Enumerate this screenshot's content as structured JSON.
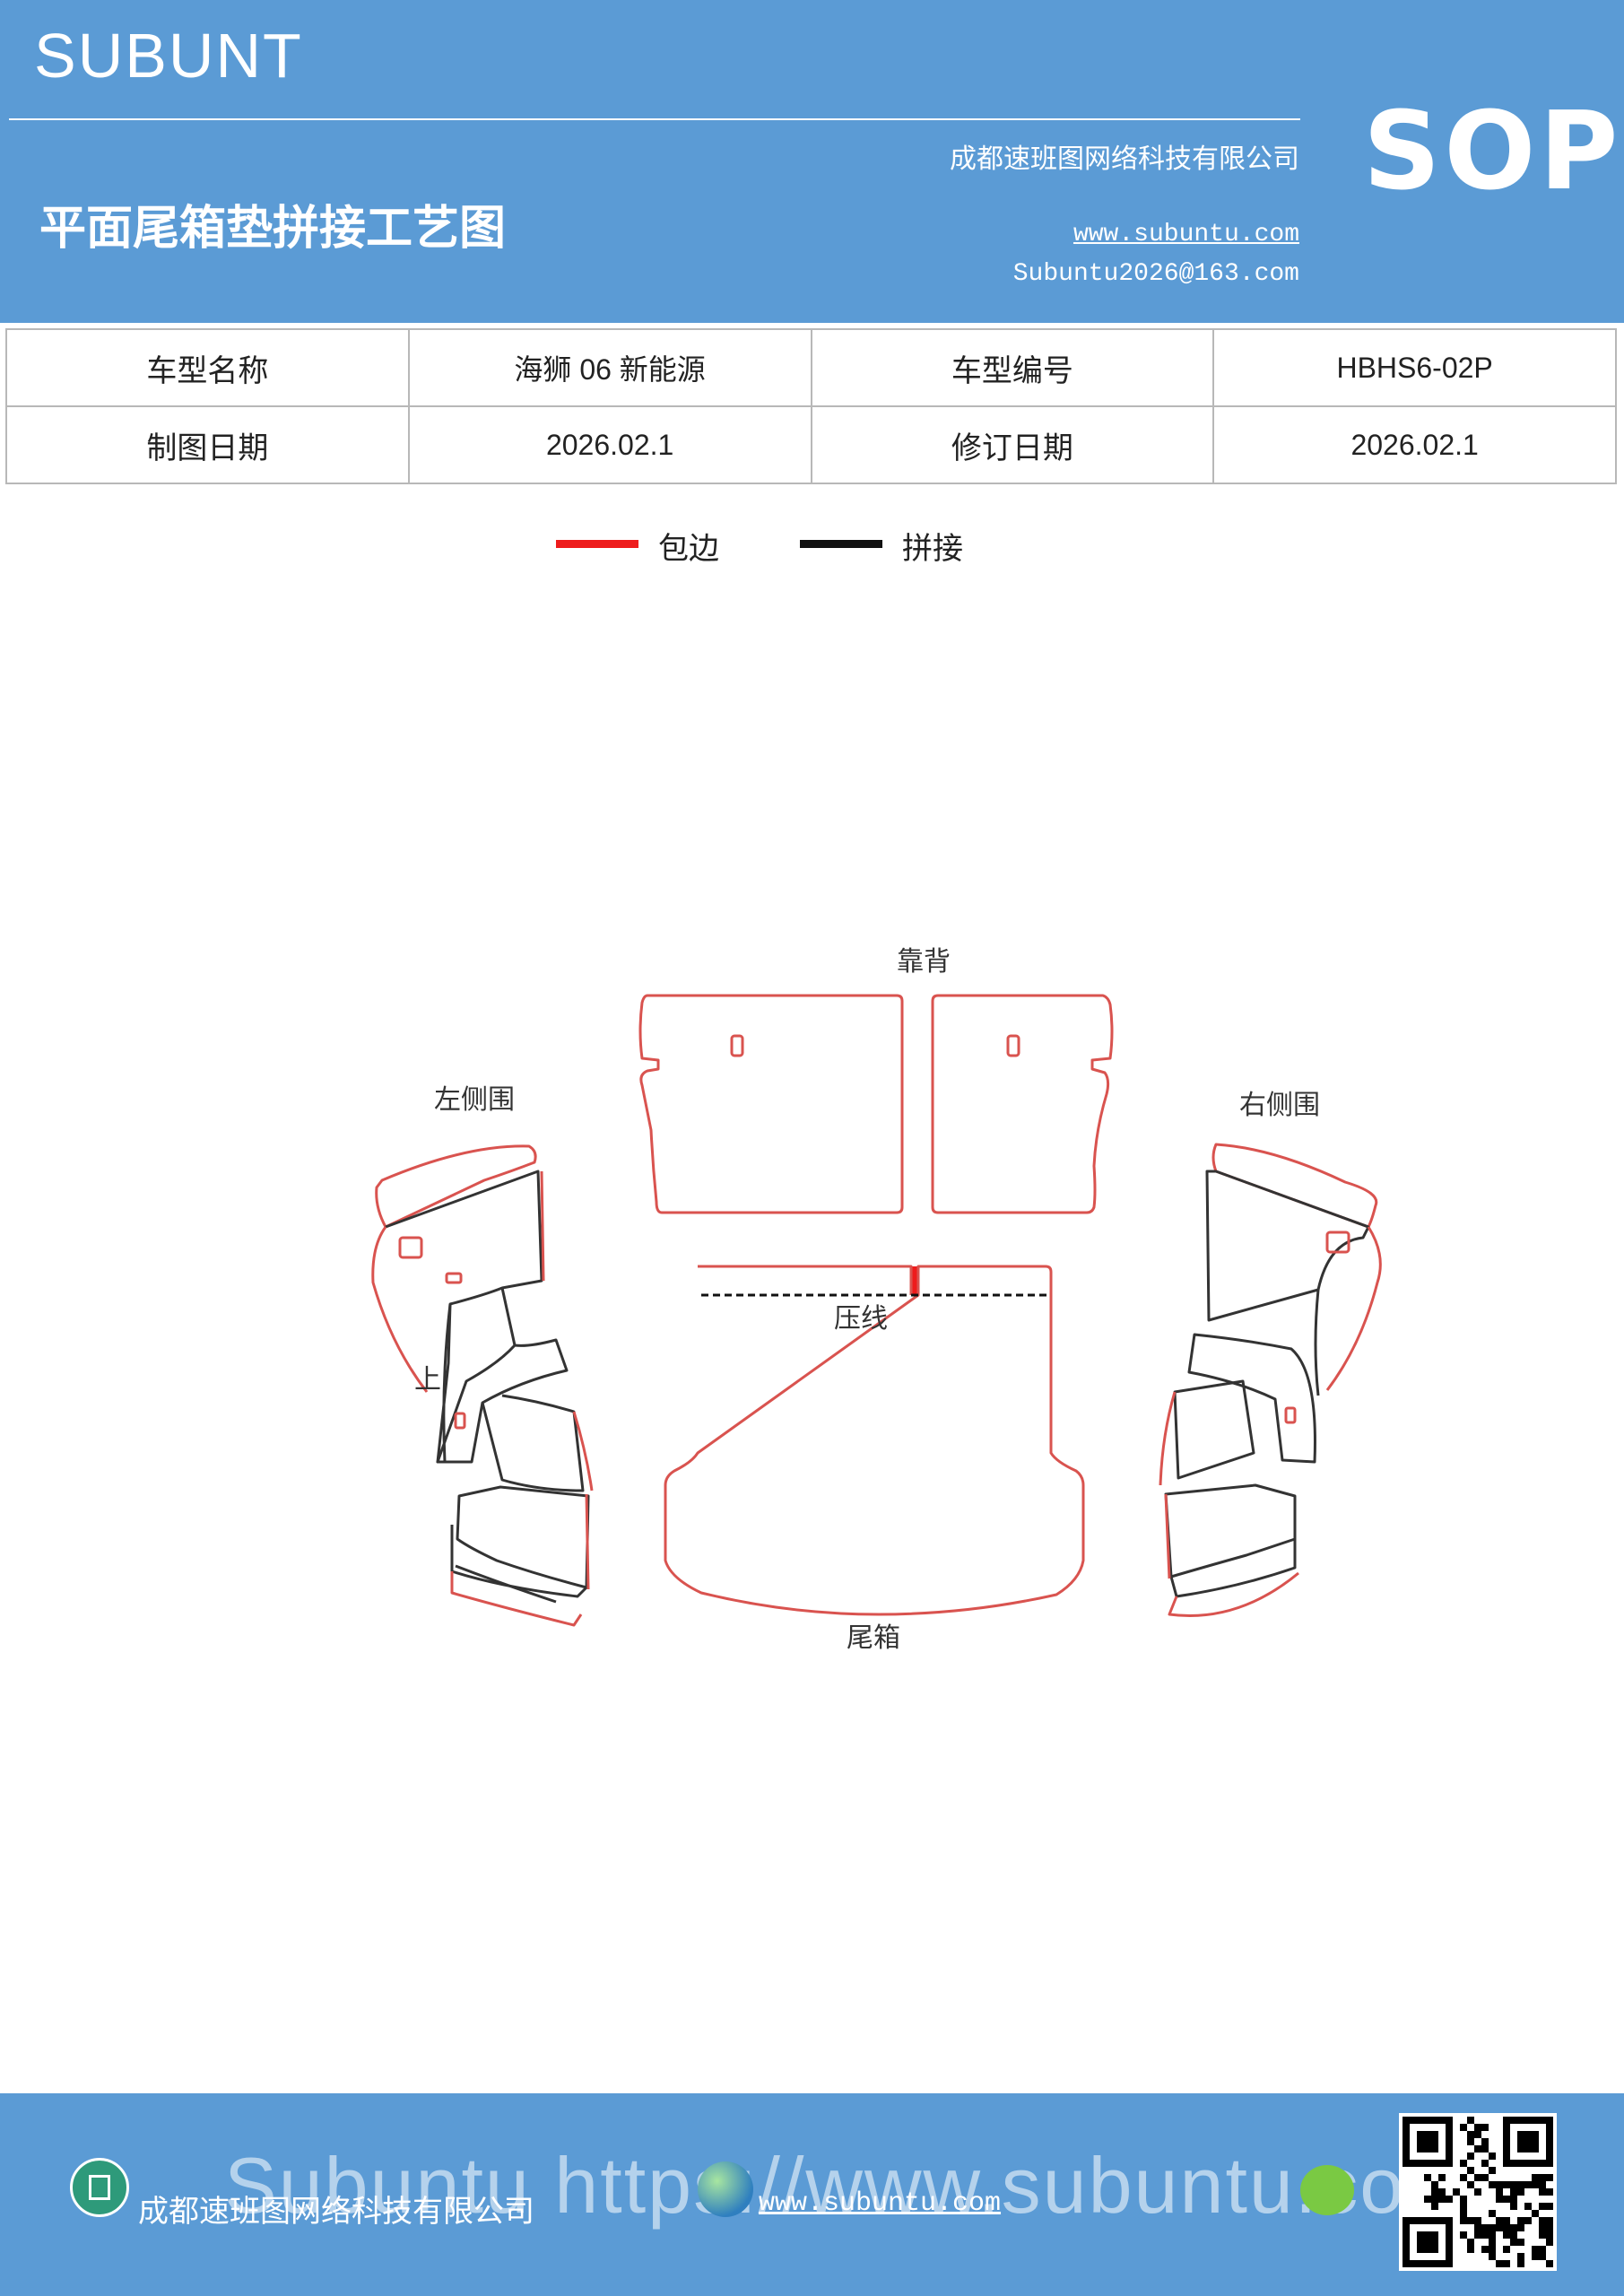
{
  "header": {
    "brand": "SUBUNT",
    "title": "平面尾箱垫拼接工艺图",
    "company": "成都速班图网络科技有限公司",
    "website": "www.subuntu.com",
    "email": "Subuntu2026@163.com",
    "badge": "SOP"
  },
  "info_table": {
    "rows": [
      [
        "车型名称",
        "海狮 06 新能源",
        "车型编号",
        "HBHS6-02P"
      ],
      [
        "制图日期",
        "2026.02.1",
        "修订日期",
        "2026.02.1"
      ]
    ]
  },
  "legend": {
    "items": [
      {
        "label": "包边",
        "color": "#ee1c1c"
      },
      {
        "label": "拼接",
        "color": "#111111"
      }
    ]
  },
  "diagram": {
    "labels": {
      "backrest": "靠背",
      "left_side": "左侧围",
      "right_side": "右侧围",
      "press_line": "压线",
      "trunk": "尾箱",
      "top": "上"
    },
    "colors": {
      "edge": "#d9534f",
      "seam": "#333333"
    }
  },
  "footer": {
    "watermark": "Subuntu https://www.subuntu.com",
    "company": "成都速班图网络科技有限公司",
    "website": "www.subuntu.com",
    "icons": [
      "home-icon",
      "globe-icon",
      "wechat-icon",
      "qr-code"
    ]
  }
}
